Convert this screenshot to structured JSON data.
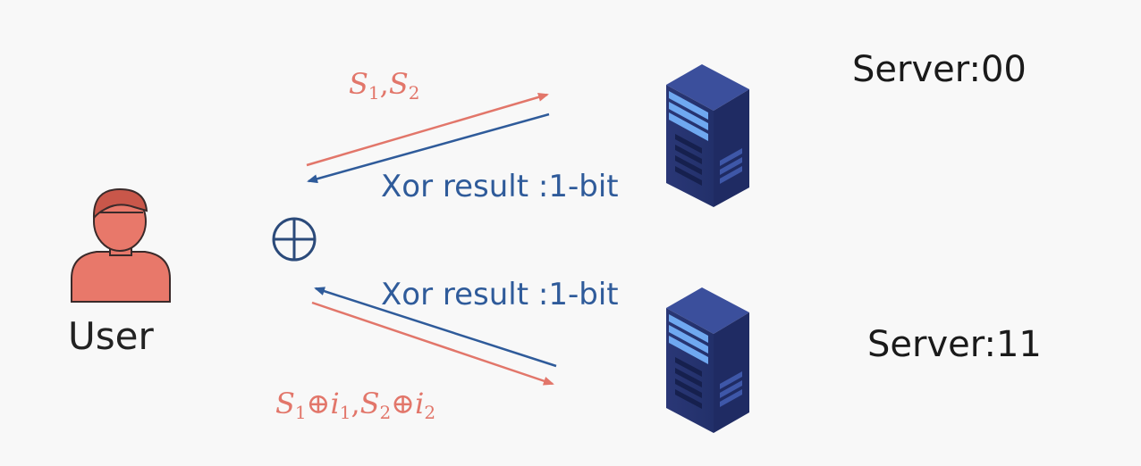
{
  "labels": {
    "server_top": "Server:00",
    "server_bottom": "Server:11",
    "user": "User",
    "xor_top": "Xor result :1-bit",
    "xor_bottom": "Xor result :1-bit",
    "msg_top": {
      "s1": "S",
      "s1_sub": "1",
      "sep": ",",
      "s2": "S",
      "s2_sub": "2"
    },
    "msg_bottom": {
      "s1": "S",
      "s1_sub": "1",
      "op1": "⊕",
      "i1": "i",
      "i1_sub": "1",
      "sep": ",",
      "s2": "S",
      "s2_sub": "2",
      "op2": "⊕",
      "i2": "i",
      "i2_sub": "2"
    }
  },
  "icons": {
    "xor_operator": "circled-plus-icon",
    "user": "user-icon",
    "server_top": "server-tower-icon",
    "server_bottom": "server-tower-icon"
  },
  "colors": {
    "request_arrow": "#e2766a",
    "response_arrow": "#2f5b9a",
    "user_fill": "#e8786a",
    "server_body": "#2b3a78",
    "server_lights": "#6fa8f0"
  }
}
